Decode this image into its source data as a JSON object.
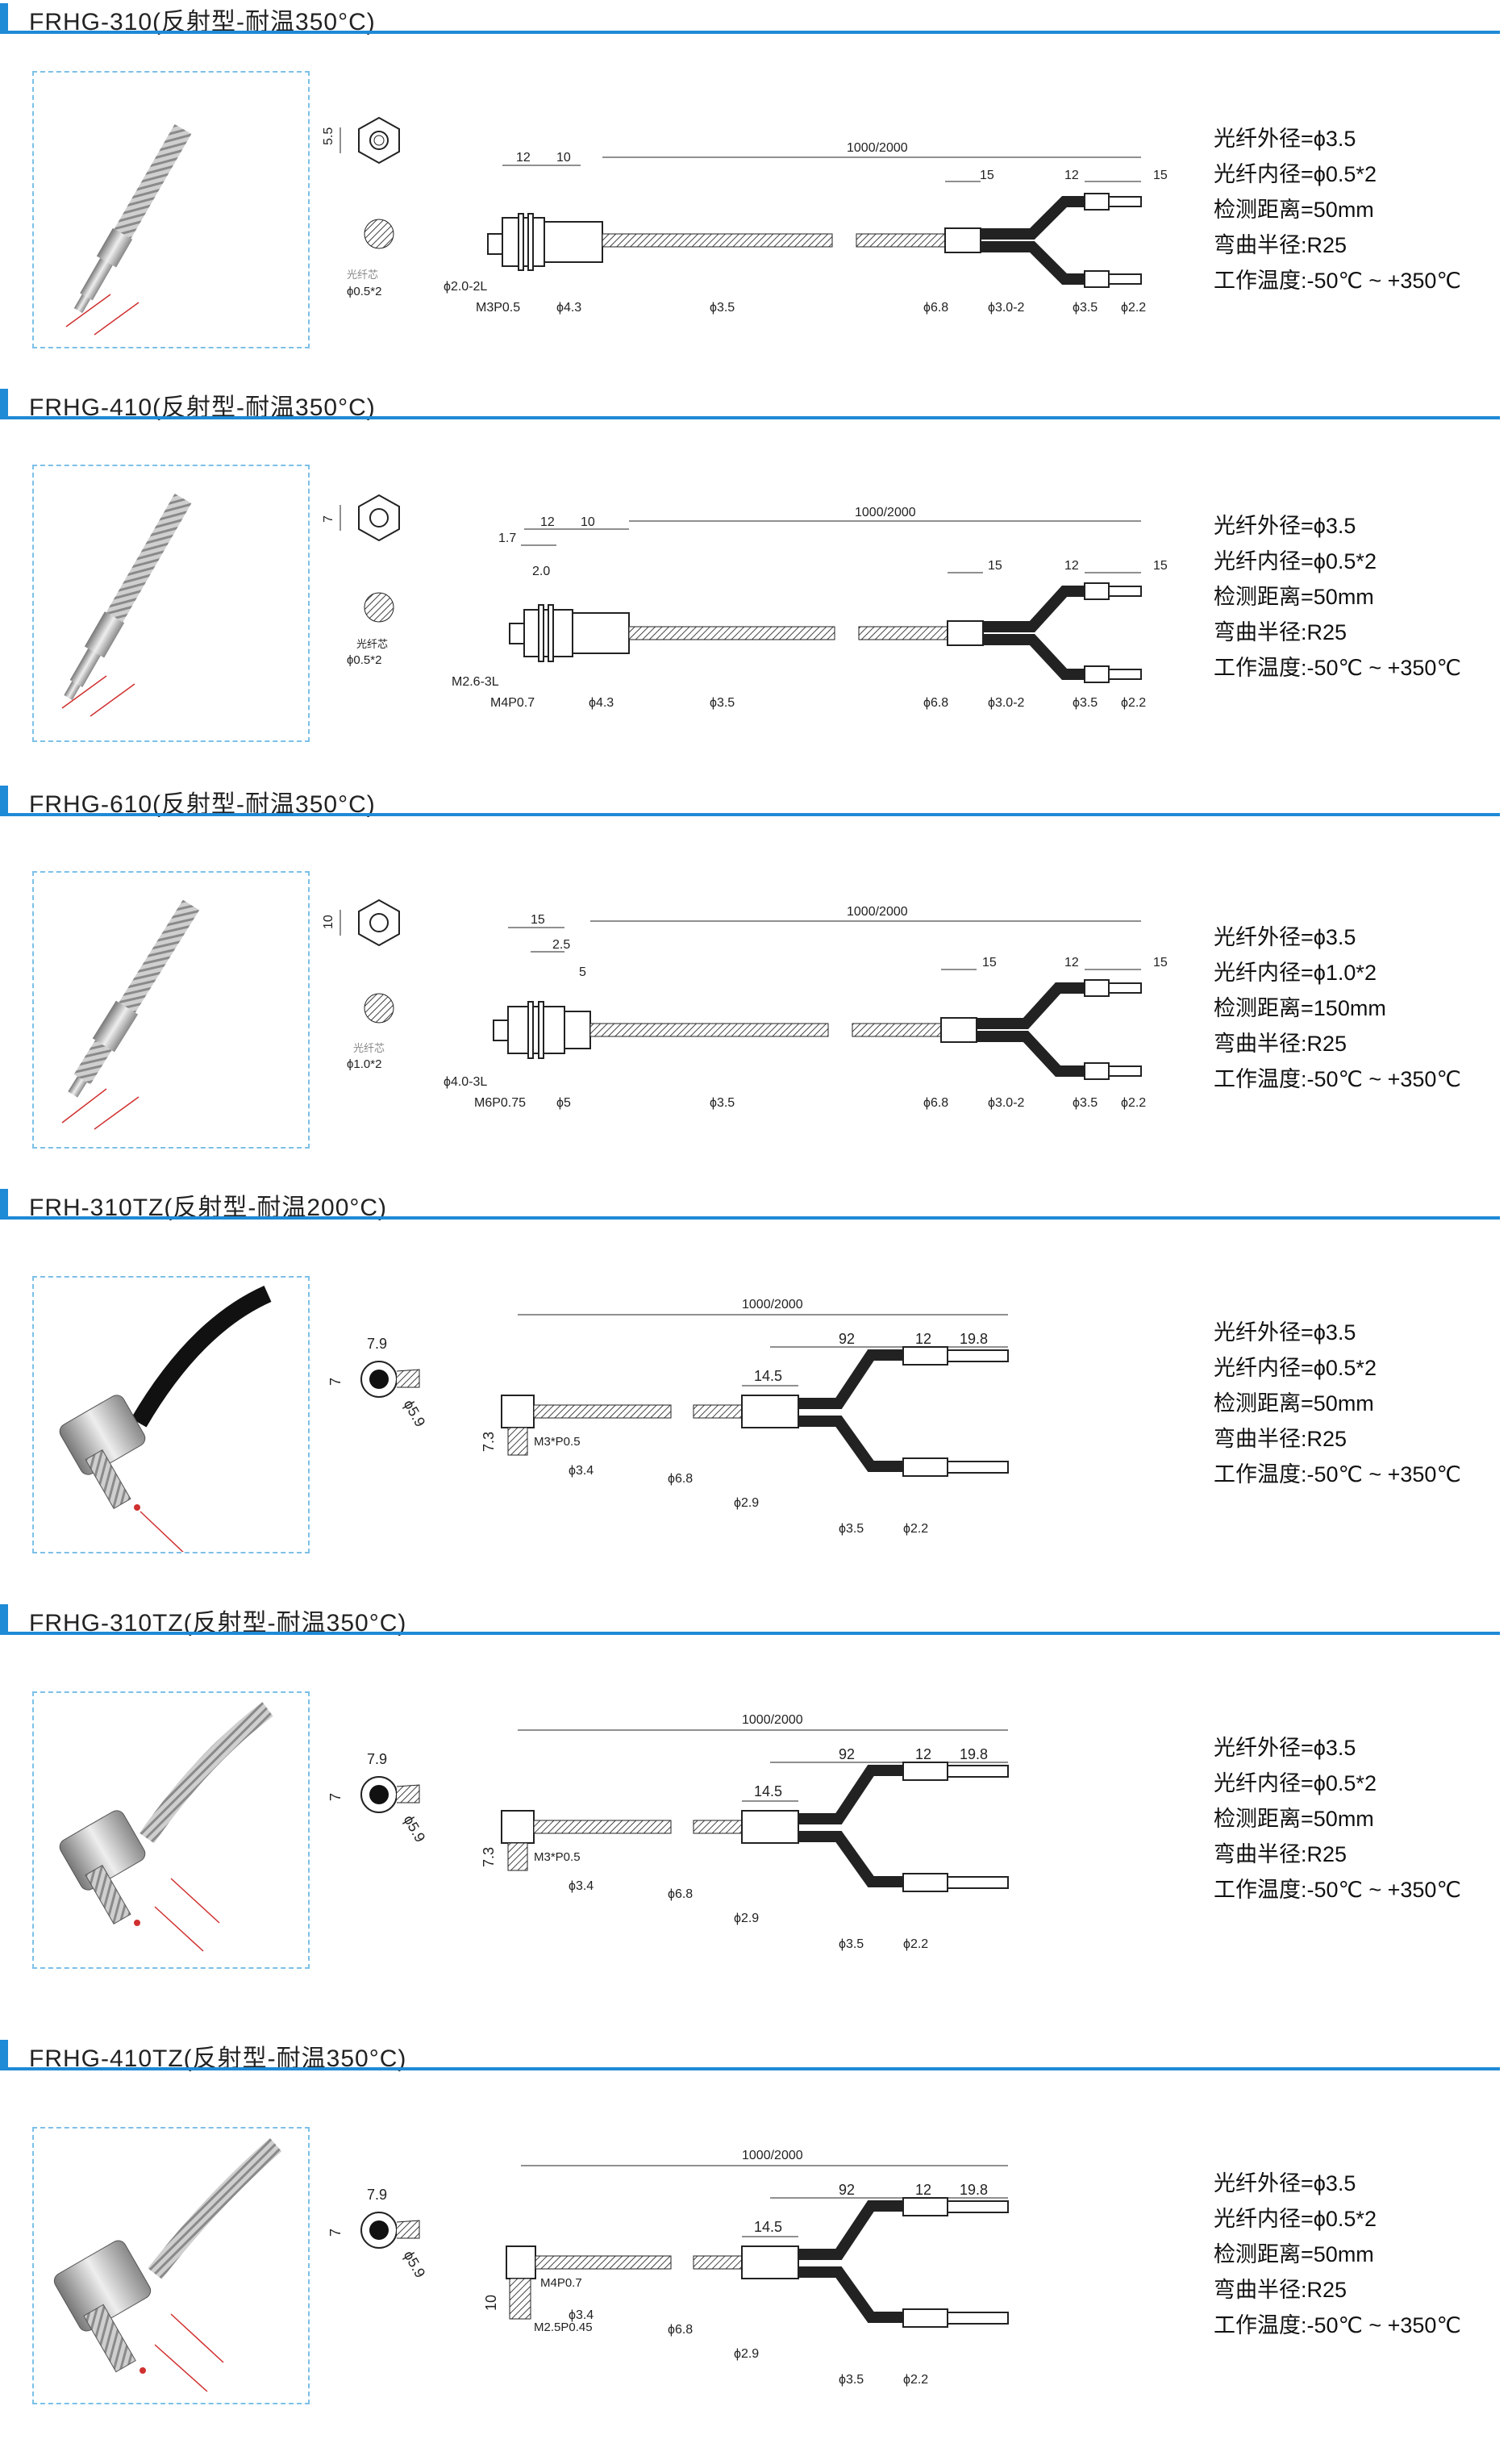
{
  "sections": [
    {
      "title": "FRHG-310(反射型-耐温350°C)",
      "drawing_labels": {
        "total_length": "1000/2000",
        "d12": "12",
        "d10": "10",
        "d15a": "15",
        "d12b": "12",
        "d15b": "15",
        "hex": "5.5",
        "fiber_core": "光纤芯",
        "core_dia": "ϕ0.5*2",
        "p1": "ϕ2.0-2L",
        "p2": "M3P0.5",
        "p3": "ϕ4.3",
        "p4": "ϕ3.5",
        "p5": "ϕ6.8",
        "p6": "ϕ3.0-2",
        "p7": "ϕ3.5",
        "p8": "ϕ2.2"
      },
      "specs": [
        {
          "label": "光纤外径",
          "sep": "=",
          "value": "ϕ3.5"
        },
        {
          "label": "光纤内径",
          "sep": "=",
          "value": "ϕ0.5*2"
        },
        {
          "label": "检测距离",
          "sep": "=",
          "value": "50mm"
        },
        {
          "label": "弯曲半径",
          "sep": ":",
          "value": "R25"
        },
        {
          "label": "工作温度",
          "sep": ":",
          "value": "-50℃ ~ +350℃"
        }
      ]
    },
    {
      "title": "FRHG-410(反射型-耐温350°C)",
      "drawing_labels": {
        "total_length": "1000/2000",
        "d12": "12",
        "d10": "10",
        "d17": "1.7",
        "d15a": "15",
        "d12b": "12",
        "d15b": "15",
        "hex": "7",
        "fiber_core": "光纤芯",
        "core_dia": "ϕ0.5*2",
        "d20": "2.0",
        "p1": "M2.6-3L",
        "p2": "M4P0.7",
        "p3": "ϕ4.3",
        "p4": "ϕ3.5",
        "p5": "ϕ6.8",
        "p6": "ϕ3.0-2",
        "p7": "ϕ3.5",
        "p8": "ϕ2.2"
      },
      "specs": [
        {
          "label": "光纤外径",
          "sep": "=",
          "value": "ϕ3.5"
        },
        {
          "label": "光纤内径",
          "sep": "=",
          "value": "ϕ0.5*2"
        },
        {
          "label": "检测距离",
          "sep": "=",
          "value": "50mm"
        },
        {
          "label": "弯曲半径",
          "sep": ":",
          "value": "R25"
        },
        {
          "label": "工作温度",
          "sep": ":",
          "value": "-50℃ ~ +350℃"
        }
      ]
    },
    {
      "title": "FRHG-610(反射型-耐温350°C)",
      "drawing_labels": {
        "total_length": "1000/2000",
        "d12": "15",
        "d10": "5",
        "d25": "2.5",
        "d15a": "15",
        "d12b": "12",
        "d15b": "15",
        "hex": "10",
        "fiber_core": "光纤芯",
        "core_dia": "ϕ1.0*2",
        "p1": "ϕ4.0-3L",
        "p2": "M6P0.75",
        "p3": "ϕ5",
        "p4": "ϕ3.5",
        "p5": "ϕ6.8",
        "p6": "ϕ3.0-2",
        "p7": "ϕ3.5",
        "p8": "ϕ2.2"
      },
      "specs": [
        {
          "label": "光纤外径",
          "sep": "=",
          "value": "ϕ3.5"
        },
        {
          "label": "光纤内径",
          "sep": "=",
          "value": "ϕ1.0*2"
        },
        {
          "label": "检测距离",
          "sep": "=",
          "value": "150mm"
        },
        {
          "label": "弯曲半径",
          "sep": ":",
          "value": "R25"
        },
        {
          "label": "工作温度",
          "sep": ":",
          "value": "-50℃ ~ +350℃"
        }
      ]
    },
    {
      "title": "FRH-310TZ(反射型-耐温200°C)",
      "drawing_labels": {
        "total_length": "1000/2000",
        "d92": "92",
        "d12": "12",
        "d198": "19.8",
        "d145": "14.5",
        "w": "7.9",
        "h": "7",
        "r": "ϕ5.9",
        "v": "7.3",
        "thread": "M3*P0.5",
        "p1": "ϕ3.4",
        "p2": "ϕ6.8",
        "p3": "ϕ2.9",
        "p4": "ϕ3.5",
        "p5": "ϕ2.2"
      },
      "specs": [
        {
          "label": "光纤外径",
          "sep": "=",
          "value": "ϕ3.5"
        },
        {
          "label": "光纤内径",
          "sep": "=",
          "value": "ϕ0.5*2"
        },
        {
          "label": "检测距离",
          "sep": "=",
          "value": "50mm"
        },
        {
          "label": "弯曲半径",
          "sep": ":",
          "value": "R25"
        },
        {
          "label": "工作温度",
          "sep": ":",
          "value": "-50℃ ~ +350℃"
        }
      ]
    },
    {
      "title": "FRHG-310TZ(反射型-耐温350°C)",
      "drawing_labels": {
        "total_length": "1000/2000",
        "d92": "92",
        "d12": "12",
        "d198": "19.8",
        "d145": "14.5",
        "w": "7.9",
        "h": "7",
        "r": "ϕ5.9",
        "v": "7.3",
        "thread": "M3*P0.5",
        "p1": "ϕ3.4",
        "p2": "ϕ6.8",
        "p3": "ϕ2.9",
        "p4": "ϕ3.5",
        "p5": "ϕ2.2"
      },
      "specs": [
        {
          "label": "光纤外径",
          "sep": "=",
          "value": "ϕ3.5"
        },
        {
          "label": "光纤内径",
          "sep": "=",
          "value": "ϕ0.5*2"
        },
        {
          "label": "检测距离",
          "sep": "=",
          "value": "50mm"
        },
        {
          "label": "弯曲半径",
          "sep": ":",
          "value": "R25"
        },
        {
          "label": "工作温度",
          "sep": ":",
          "value": "-50℃ ~ +350℃"
        }
      ]
    },
    {
      "title": "FRHG-410TZ(反射型-耐温350°C)",
      "drawing_labels": {
        "total_length": "1000/2000",
        "d92": "92",
        "d12": "12",
        "d198": "19.8",
        "d145": "14.5",
        "w": "7.9",
        "h": "7",
        "r": "ϕ5.9",
        "v": "10",
        "thread": "M4P0.7",
        "thread2": "M2.5P0.45",
        "p1": "ϕ3.4",
        "p2": "ϕ6.8",
        "p3": "ϕ2.9",
        "p4": "ϕ3.5",
        "p5": "ϕ2.2"
      },
      "specs": [
        {
          "label": "光纤外径",
          "sep": "=",
          "value": "ϕ3.5"
        },
        {
          "label": "光纤内径",
          "sep": "=",
          "value": "ϕ0.5*2"
        },
        {
          "label": "检测距离",
          "sep": "=",
          "value": "50mm"
        },
        {
          "label": "弯曲半径",
          "sep": ":",
          "value": "R25"
        },
        {
          "label": "工作温度",
          "sep": ":",
          "value": "-50℃ ~ +350℃"
        }
      ]
    }
  ]
}
